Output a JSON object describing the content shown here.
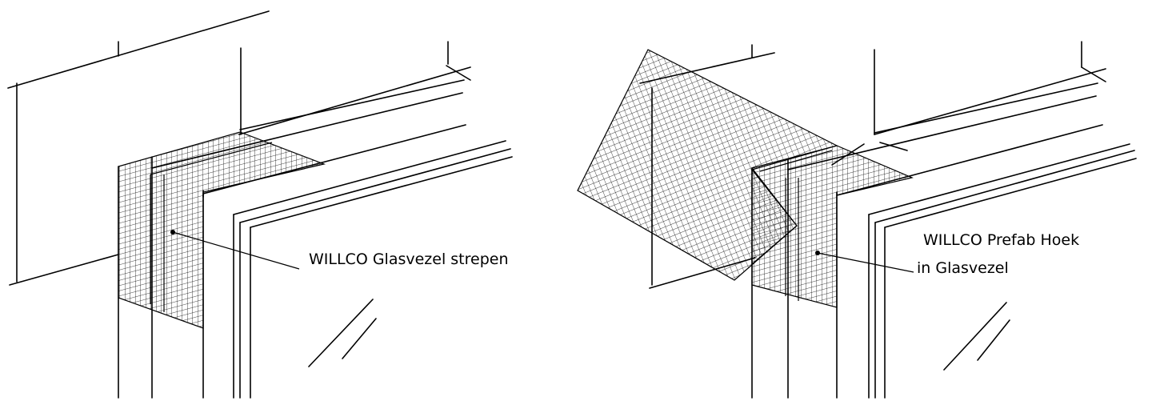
{
  "left_label": "WILLCO Glasvezel strepen",
  "right_label_line1": "WILLCO Prefab Hoek",
  "right_label_line2": "in Glasvezel",
  "colors": {
    "line": "#000000",
    "background": "#ffffff"
  }
}
